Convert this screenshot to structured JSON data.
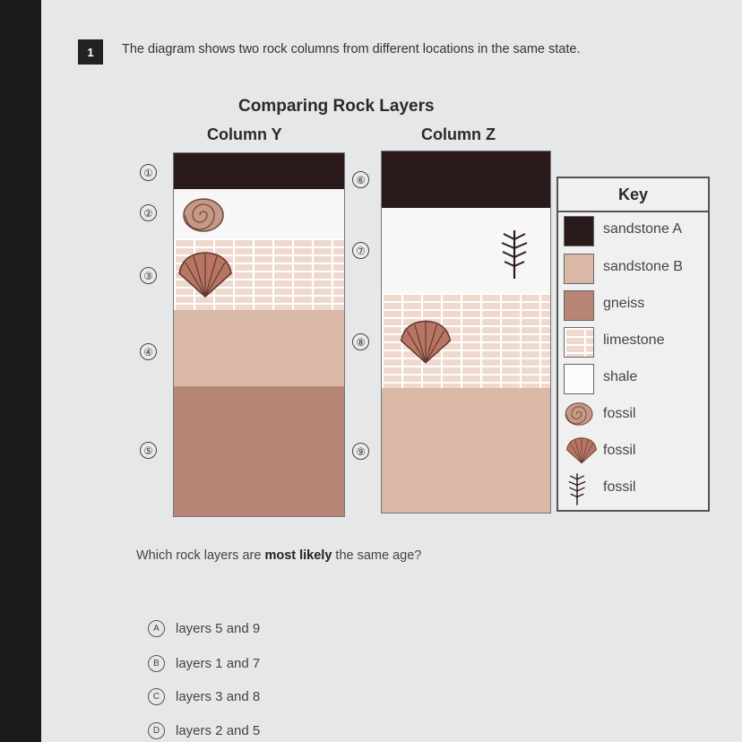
{
  "question": {
    "number": "1",
    "text": "The diagram shows two rock columns from different locations in the same state."
  },
  "diagram": {
    "title": "Comparing Rock Layers",
    "columns": [
      {
        "name": "Column Y",
        "layers": [
          {
            "number": "①",
            "rock": "sandstone A"
          },
          {
            "number": "②",
            "rock": "shale",
            "fossil": "spiral fossil"
          },
          {
            "number": "③",
            "rock": "limestone",
            "fossil": "shell fossil"
          },
          {
            "number": "④",
            "rock": "sandstone B"
          },
          {
            "number": "⑤",
            "rock": "gneiss"
          }
        ]
      },
      {
        "name": "Column Z",
        "layers": [
          {
            "number": "⑥",
            "rock": "sandstone A"
          },
          {
            "number": "⑦",
            "rock": "shale",
            "fossil": "fern fossil"
          },
          {
            "number": "⑧",
            "rock": "limestone",
            "fossil": "shell fossil"
          },
          {
            "number": "⑨",
            "rock": "sandstone B"
          }
        ]
      }
    ],
    "key": {
      "title": "Key",
      "items": [
        {
          "label": "sandstone A",
          "color": "#2a1a1c"
        },
        {
          "label": "sandstone B",
          "color": "#d9b8a5"
        },
        {
          "label": "gneiss",
          "color": "#b88676"
        },
        {
          "label": "limestone",
          "color": "#efd9cf"
        },
        {
          "label": "shale",
          "color": "#f7f7f7"
        },
        {
          "label": "fossil",
          "icon": "spiral-fossil-icon"
        },
        {
          "label": "fossil",
          "icon": "shell-fossil-icon"
        },
        {
          "label": "fossil",
          "icon": "fern-fossil-icon"
        }
      ]
    }
  },
  "prompt": {
    "before": "Which rock layers are ",
    "bold": "most likely",
    "after": " the same age?"
  },
  "choices": [
    {
      "letter": "A",
      "text": "layers 5 and 9"
    },
    {
      "letter": "B",
      "text": "layers 1 and 7"
    },
    {
      "letter": "C",
      "text": "layers 3 and 8"
    },
    {
      "letter": "D",
      "text": "layers 2 and 5"
    }
  ]
}
